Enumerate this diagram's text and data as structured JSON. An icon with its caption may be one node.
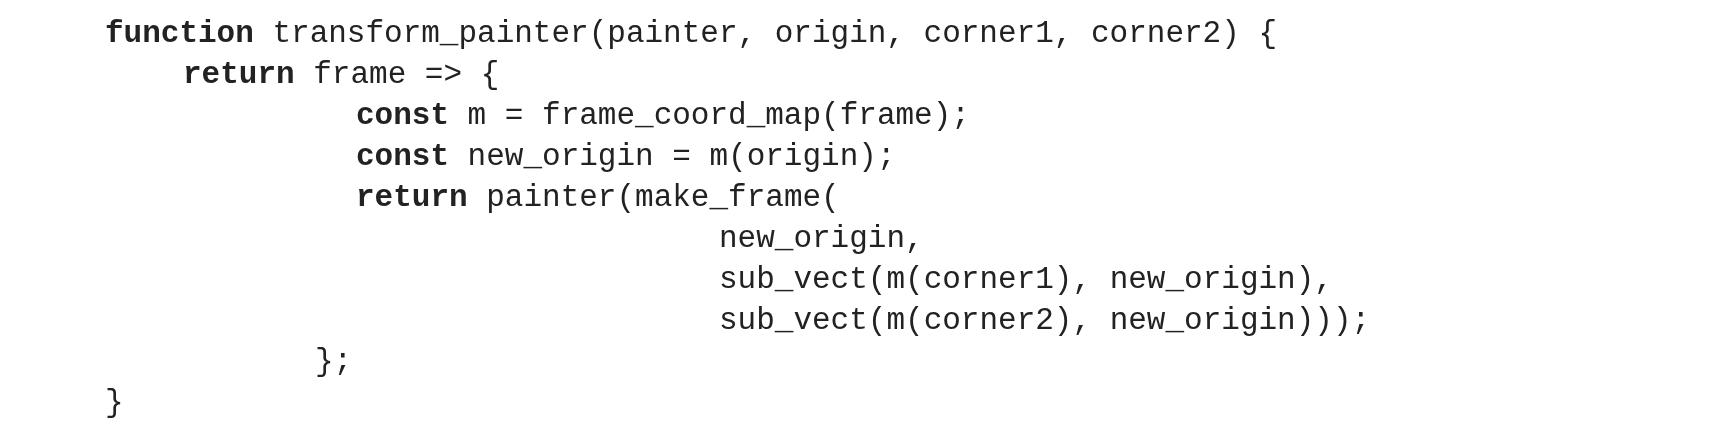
{
  "diagram": {
    "labels": [
      "**function** transform_painter(painter, origin, corner1, corner2) {",
      "**return** frame => {",
      "**const** m = frame_coord_map(frame);",
      "**const** new_origin = m(origin);",
      "**return** painter(make_frame(",
      "new_origin,",
      "sub_vect(m(corner1), new_origin),",
      "sub_vect(m(corner2), new_origin)));",
      "};",
      "}"
    ]
  }
}
